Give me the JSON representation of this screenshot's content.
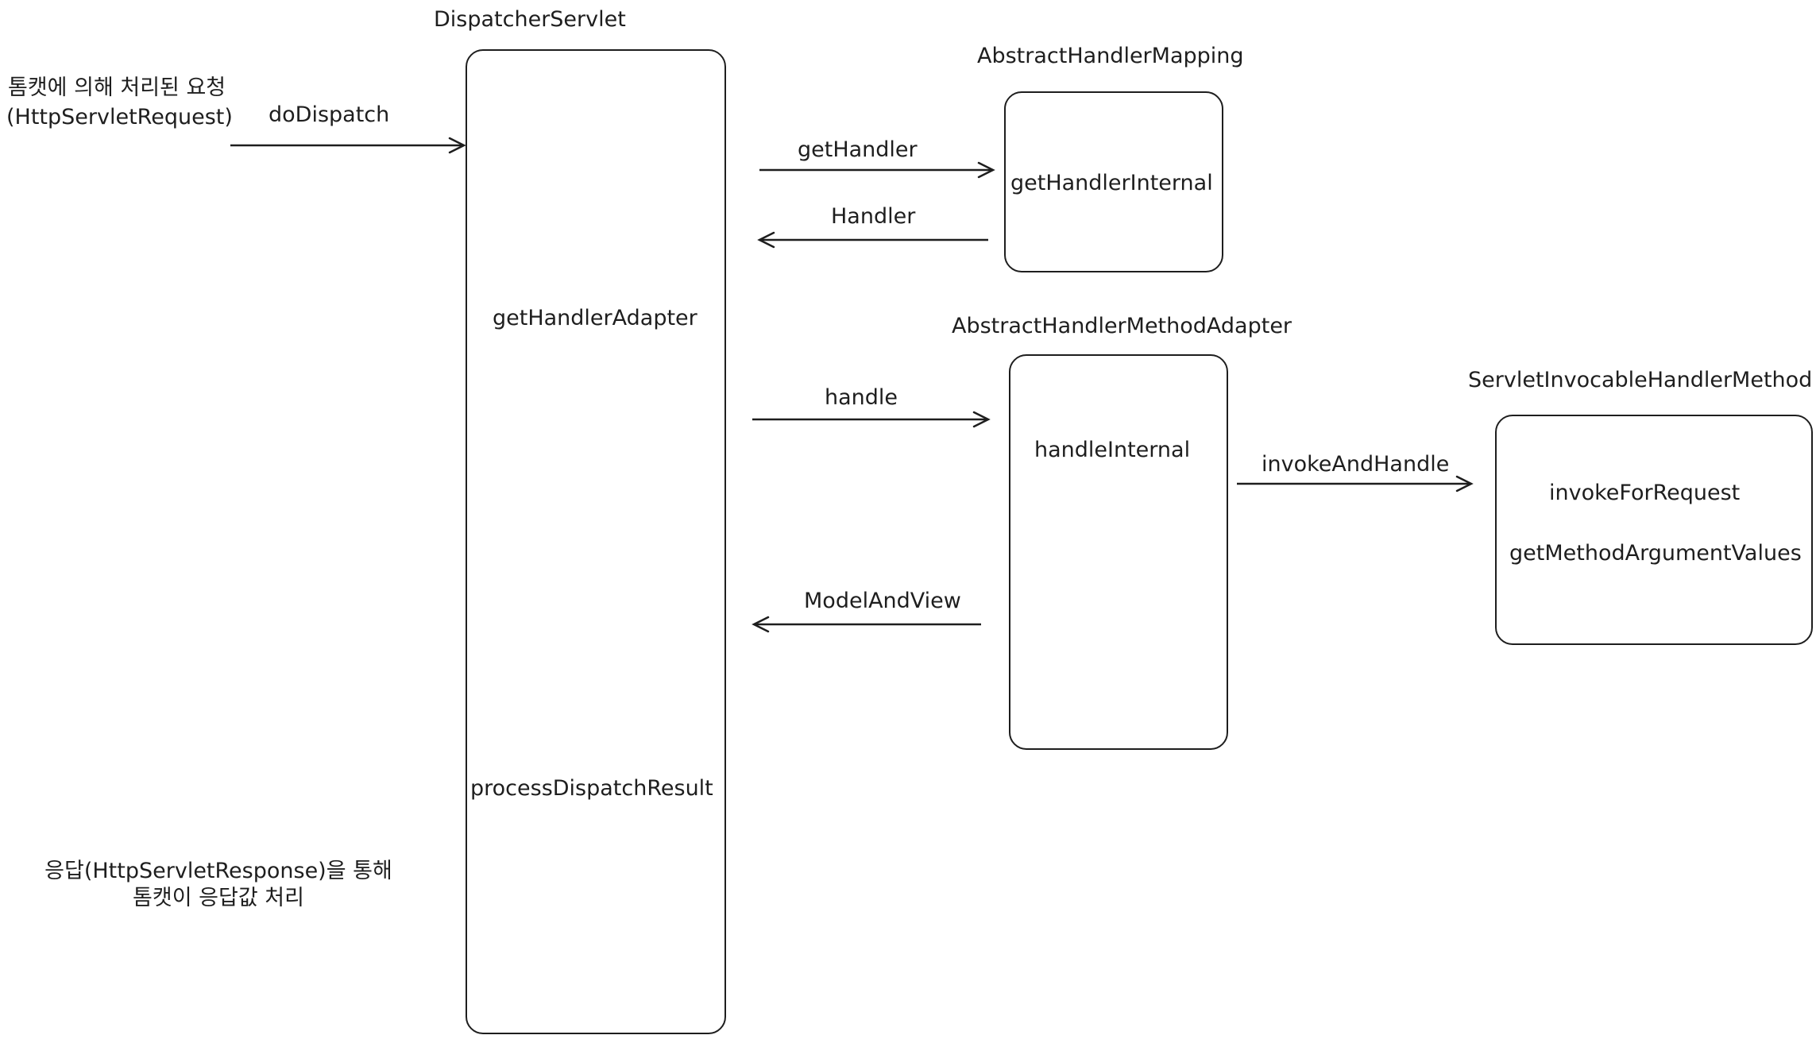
{
  "incoming_request": {
    "line1": "톰캣에 의해 처리된 요청",
    "line2": "(HttpServletRequest)",
    "arrow_label": "doDispatch"
  },
  "dispatcher_servlet": {
    "title": "DispatcherServlet",
    "method_1": "getHandlerAdapter",
    "method_2": "processDispatchResult"
  },
  "handler_mapping": {
    "title": "AbstractHandlerMapping",
    "method": "getHandlerInternal",
    "call_label": "getHandler",
    "return_label": "Handler"
  },
  "handler_method_adapter": {
    "title": "AbstractHandlerMethodAdapter",
    "method": "handleInternal",
    "call_label": "handle",
    "return_label": "ModelAndView"
  },
  "invocable_handler_method": {
    "title": "ServletInvocableHandlerMethod",
    "method_1": "invokeForRequest",
    "method_2": "getMethodArgumentValues",
    "call_label": "invokeAndHandle"
  },
  "response_note": {
    "line1": "응답(HttpServletResponse)을 통해",
    "line2": "톰캣이 응답값 처리"
  }
}
